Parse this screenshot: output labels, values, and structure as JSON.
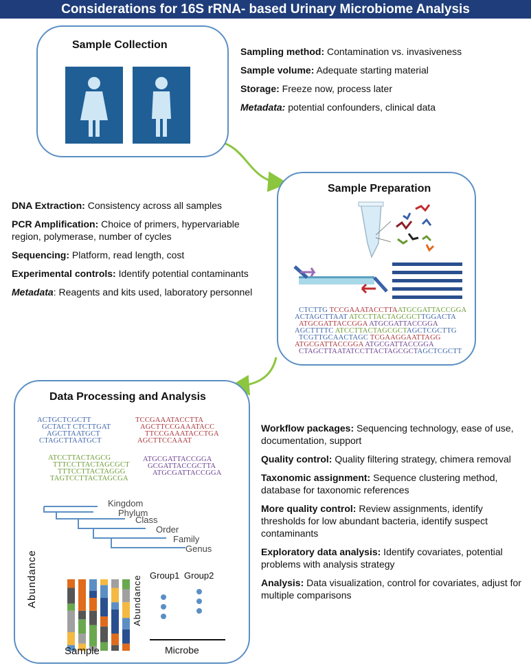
{
  "title": "Considerations for 16S rRNA- based Urinary Microbiome Analysis",
  "sample_collection": {
    "title": "Sample Collection",
    "items": [
      {
        "label": "Sampling method:",
        "text": " Contamination vs. invasiveness",
        "italic": false
      },
      {
        "label": "Sample volume:",
        "text": " Adequate starting material",
        "italic": false
      },
      {
        "label": "Storage:",
        "text": " Freeze now, process later",
        "italic": false
      },
      {
        "label": "Metadata:",
        "text": " potential confounders, clinical data",
        "italic": true
      }
    ]
  },
  "sample_preparation": {
    "title": "Sample Preparation",
    "items": [
      {
        "label": "DNA Extraction:",
        "text": " Consistency across all samples",
        "italic": false
      },
      {
        "label": "PCR Amplification:",
        "text": " Choice of primers, hypervariable region, polymerase, number of cycles",
        "italic": false
      },
      {
        "label": "Sequencing:",
        "text": " Platform, read length, cost",
        "italic": false
      },
      {
        "label": "Experimental controls:",
        "text": " Identify potential contaminants",
        "italic": false
      },
      {
        "label": "Metadata",
        "text": ": Reagents and kits used, laboratory personnel",
        "italic": true
      }
    ],
    "sequences": [
      [
        {
          "t": "CTCTTG ",
          "c": "blue"
        },
        {
          "t": "TCCGAAATACCTTA",
          "c": "red"
        },
        {
          "t": "ATGCGATTACCGGA",
          "c": "green"
        }
      ],
      [
        {
          "t": "ACTAGCTTAAT ",
          "c": "blue"
        },
        {
          "t": "ATCCTTACTAGCGCT",
          "c": "green"
        },
        {
          "t": "TGGACTA",
          "c": "blue"
        }
      ],
      [
        {
          "t": "ATGCGATTACCGGA ",
          "c": "red"
        },
        {
          "t": "ATGCGATTACCGGA",
          "c": "purple"
        }
      ],
      [
        {
          "t": "AGCTTTTC ",
          "c": "blue"
        },
        {
          "t": "ATCCTTACTAGCGCT",
          "c": "green"
        },
        {
          "t": "AGCTCGCTTG",
          "c": "blue"
        }
      ],
      [
        {
          "t": "TCGTTGCAACTAGC ",
          "c": "blue"
        },
        {
          "t": "TCGAAGGAATTAGG",
          "c": "red"
        }
      ],
      [
        {
          "t": "ATGCGATTACCGGA ",
          "c": "red"
        },
        {
          "t": "ATGCGATTACCGGA",
          "c": "purple"
        }
      ],
      [
        {
          "t": "CTAGCTTAATATCCTTACTAGCGCT",
          "c": "purple"
        },
        {
          "t": "AGCTCGCTT",
          "c": "blue"
        }
      ]
    ]
  },
  "data_processing": {
    "title": "Data Processing and Analysis",
    "items": [
      {
        "label": "Workflow packages:",
        "text": " Sequencing technology, ease of use, documentation, support",
        "italic": false
      },
      {
        "label": "Quality control:",
        "text": " Quality filtering strategy, chimera removal",
        "italic": false
      },
      {
        "label": "Taxonomic assignment:",
        "text": " Sequence clustering method, database for taxonomic references",
        "italic": false
      },
      {
        "label": "More quality control:",
        "text": " Review assignments, identify thresholds for low abundant bacteria, identify suspect contaminants",
        "italic": false
      },
      {
        "label": "Exploratory data analysis:",
        "text": " Identify covariates, potential problems with analysis strategy",
        "italic": false
      },
      {
        "label": "Analysis:",
        "text": " Data visualization, control for covariates, adjust for multiple comparisons",
        "italic": false
      }
    ],
    "seq_blocks": [
      {
        "c": "blue",
        "lines": [
          "ACTGCTCGCTT",
          "GCTACT CTCTTGAT",
          "AGCTTAATGCT",
          "CTAGCTTAATGCT"
        ]
      },
      {
        "c": "red",
        "lines": [
          "TCCGAAATACCTTA",
          "AGCTTCCGAAATACC",
          "TTCCGAAATACCTGA",
          "AGCTTCCAAAT"
        ]
      },
      {
        "c": "green",
        "lines": [
          "ATCCTTACTAGCG",
          "TTTCCTTACTAGCGCT",
          "TTTCCTTACTAGGG",
          "TAGTCCTTACTAGCGA"
        ]
      },
      {
        "c": "purple",
        "lines": [
          "ATGCGATTACCGGA",
          "GCGATTACCGCTTA",
          "ATGCGATTACCGGA"
        ]
      }
    ],
    "taxonomy": [
      "Kingdom",
      "Phylum",
      "Class",
      "Order",
      "Family",
      "Genus"
    ],
    "bar_plot": {
      "ylabel": "Abundance",
      "xlabel": "Sample"
    },
    "dot_plot": {
      "ylabel": "Abundance",
      "xlabel": "Microbe",
      "group1": "Group1",
      "group2": "Group2"
    }
  },
  "colors": {
    "title_bg": "#1f3d7a",
    "panel_border": "#5b8fc4",
    "arrow": "#8cc63f",
    "icon_bg": "#1f5f96"
  }
}
